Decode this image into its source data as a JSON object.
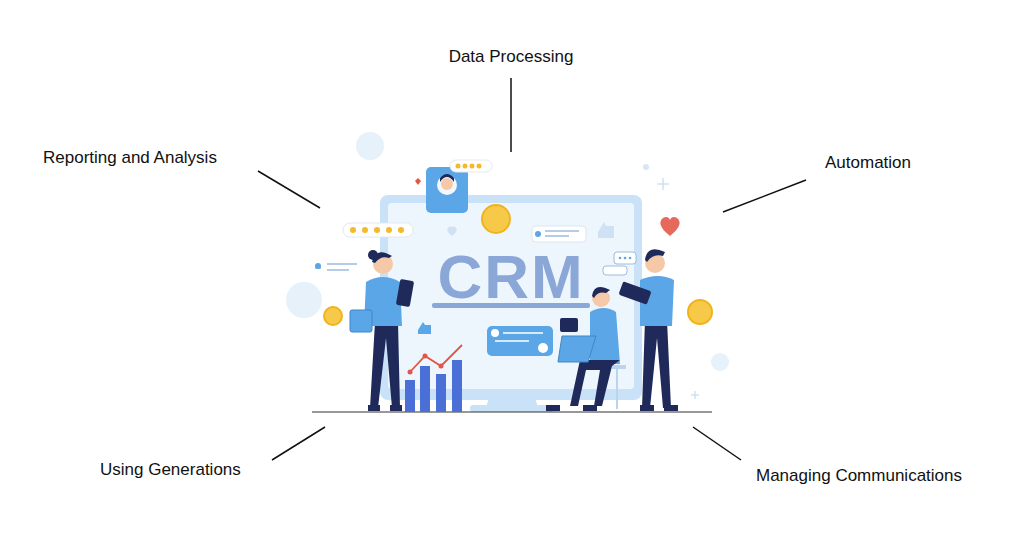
{
  "diagram": {
    "labels": [
      "Data Processing",
      "Reporting and Analysis",
      "Automation",
      "Using Generations",
      "Managing Communications",
      "CRM"
    ]
  }
}
